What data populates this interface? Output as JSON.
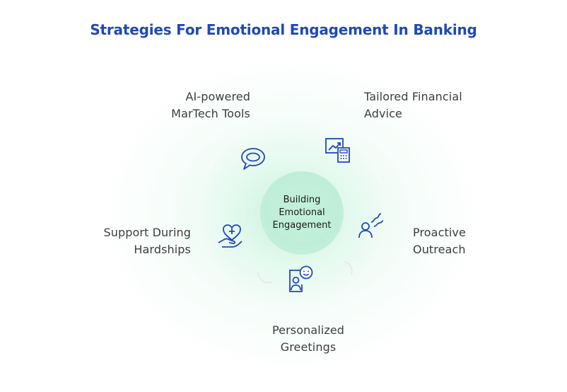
{
  "title": "Strategies For Emotional Engagement In Banking",
  "center": "Building\nEmotional\nEngagement",
  "nodes": [
    {
      "label": "AI-powered\nMarTech Tools",
      "icon": "chat-bubble-icon"
    },
    {
      "label": "Tailored Financial\nAdvice",
      "icon": "chart-calculator-icon"
    },
    {
      "label": "Proactive\nOutreach",
      "icon": "person-signal-icon"
    },
    {
      "label": "Personalized\nGreetings",
      "icon": "smiley-profile-icon"
    },
    {
      "label": "Support During\nHardships",
      "icon": "hand-heart-icon"
    }
  ],
  "colors": {
    "title": "#1f49b6",
    "icon": "#1f49b6",
    "hub": "#c3f0dc"
  }
}
